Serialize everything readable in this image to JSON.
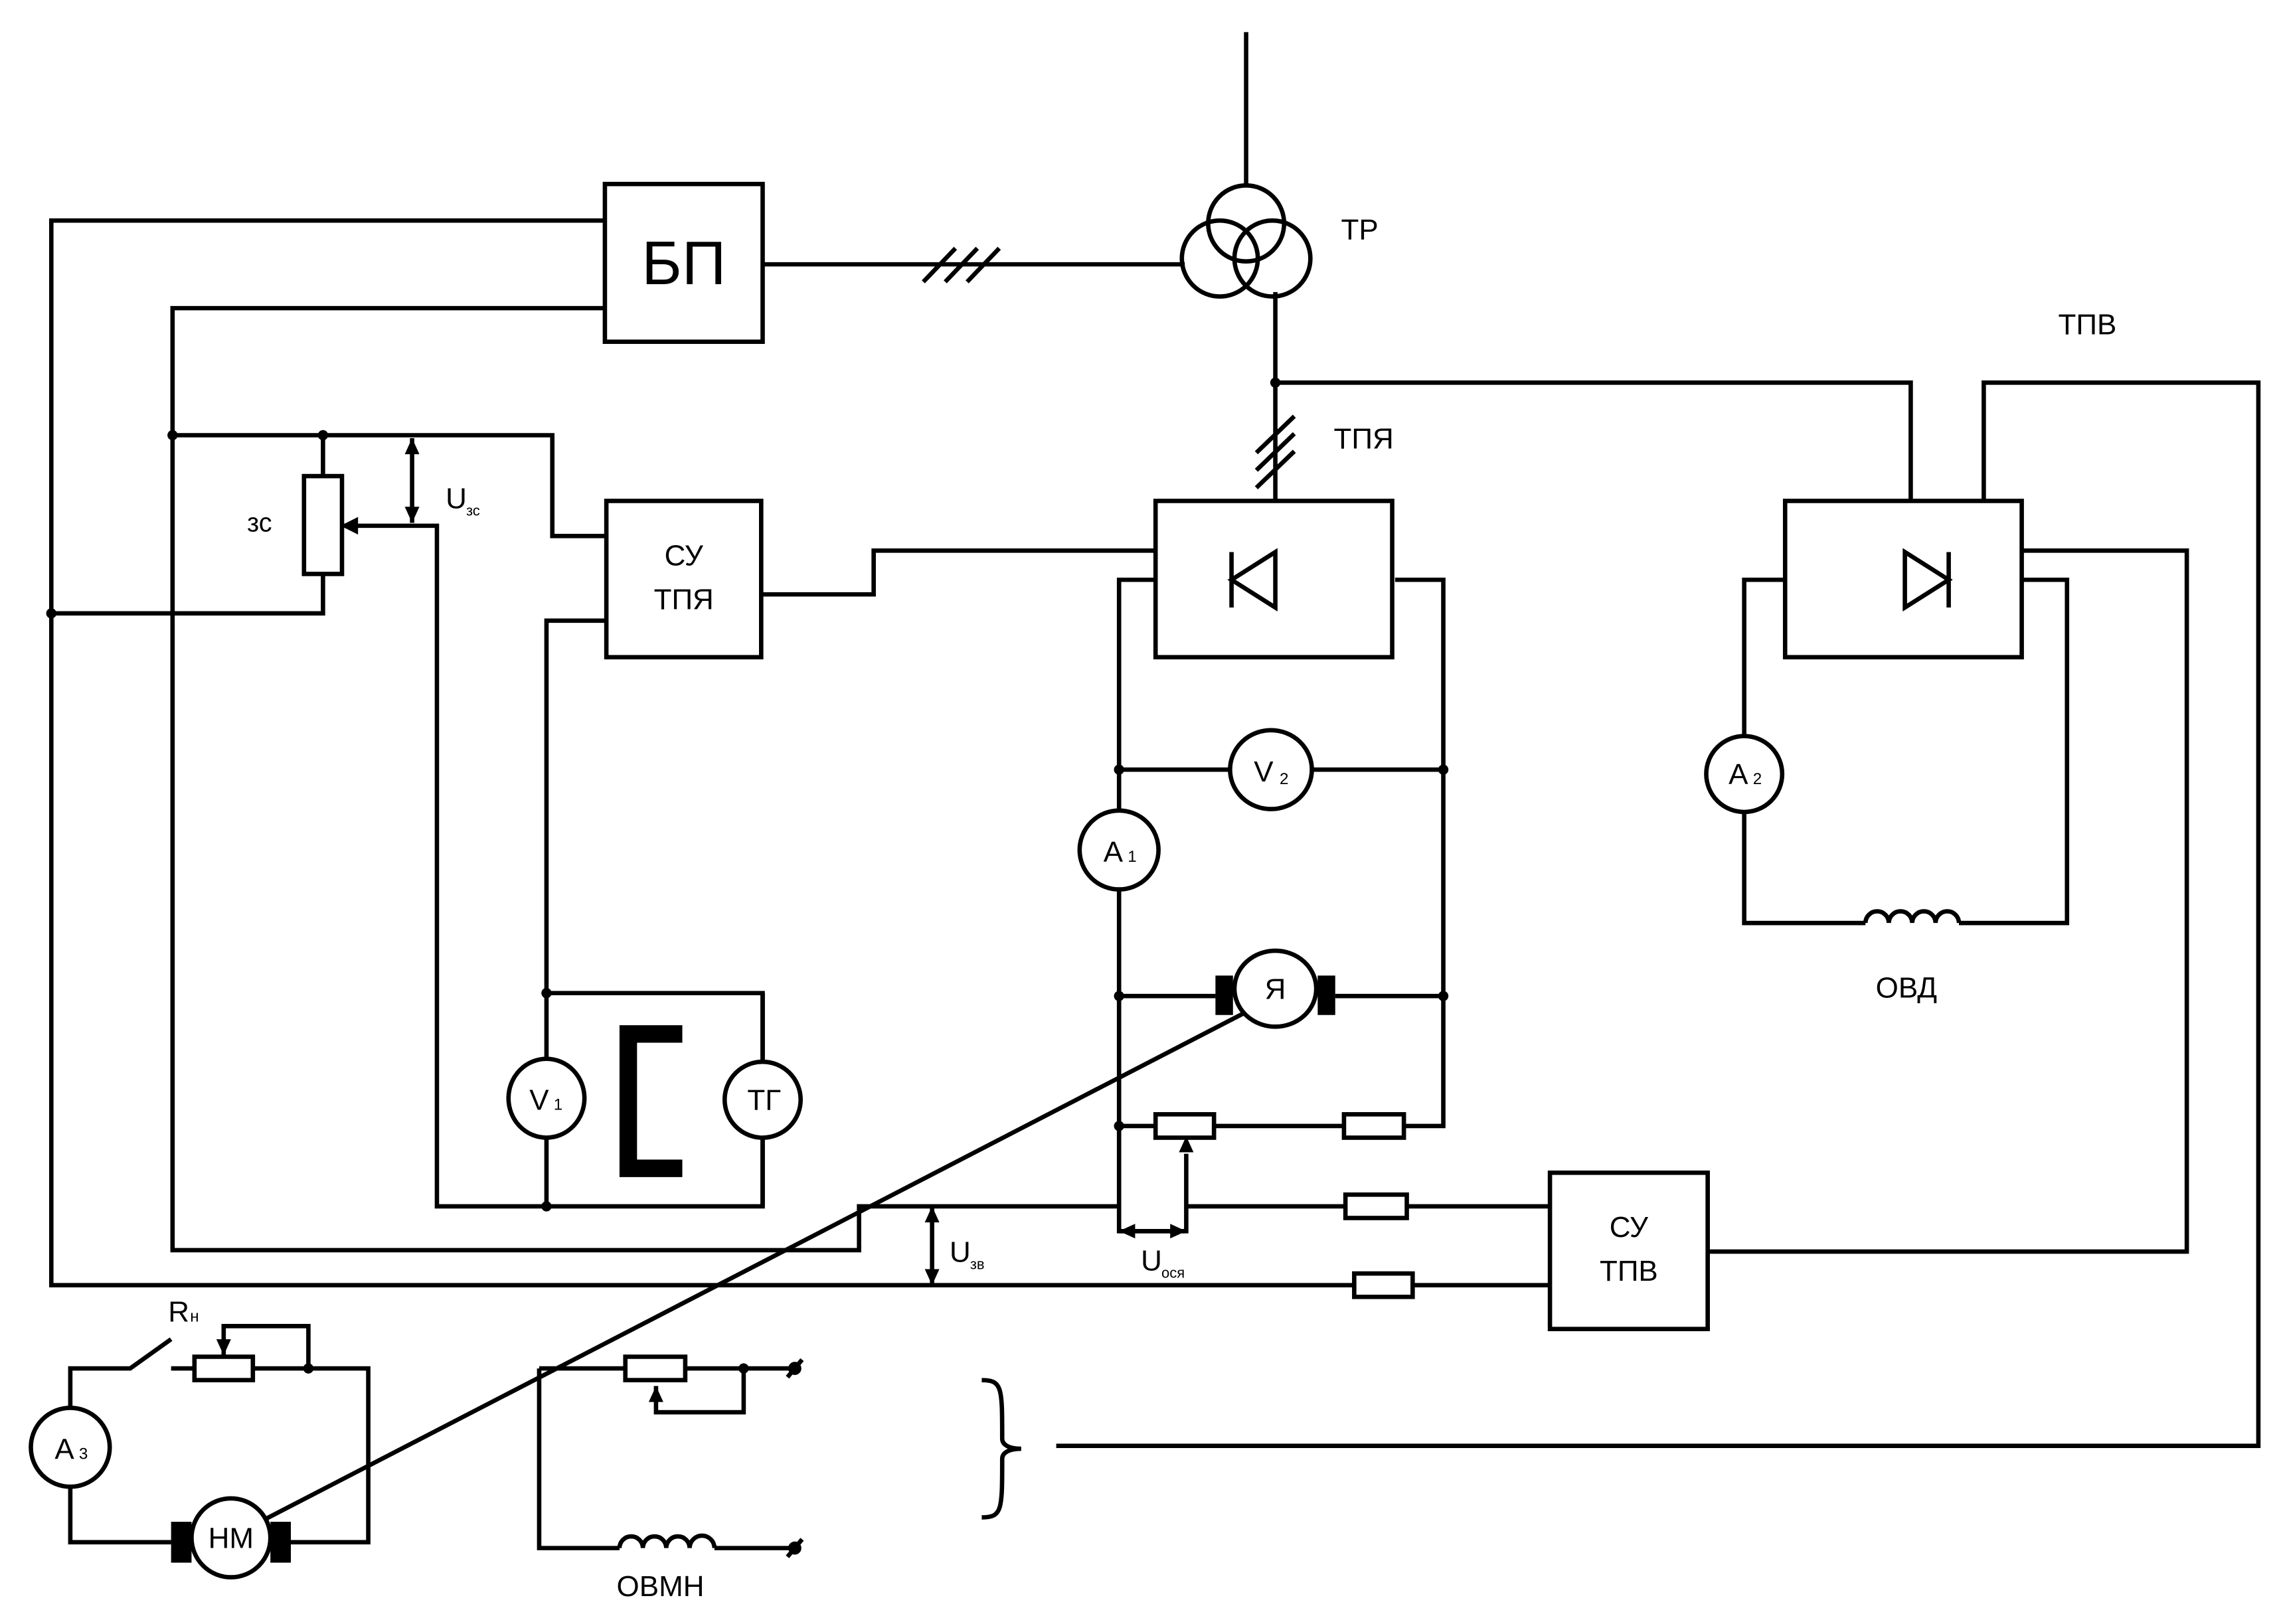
{
  "blocks": {
    "bp": "БП",
    "su_tpya_1": "СУ",
    "su_tpya_2": "ТПЯ",
    "su_tpv_1": "СУ",
    "su_tpv_2": "ТПВ"
  },
  "labels": {
    "tr": "ТР",
    "tpv": "ТПВ",
    "tpya": "ТПЯ",
    "zs": "зс",
    "u": "U",
    "u_zs_sub": "зс",
    "u_zv_sub": "зв",
    "u_osya_sub": "ося",
    "ovd": "ОВД",
    "ovmn": "ОВМН",
    "r": "R",
    "r_sub": "н"
  },
  "meters": {
    "v1": "V",
    "v1_sub": "1",
    "v2": "V",
    "v2_sub": "2",
    "a1": "A",
    "a1_sub": "1",
    "a2": "A",
    "a2_sub": "2",
    "a3": "A",
    "a3_sub": "3",
    "tg": "ТГ"
  },
  "machines": {
    "ya": "Я",
    "nm": "НМ"
  }
}
